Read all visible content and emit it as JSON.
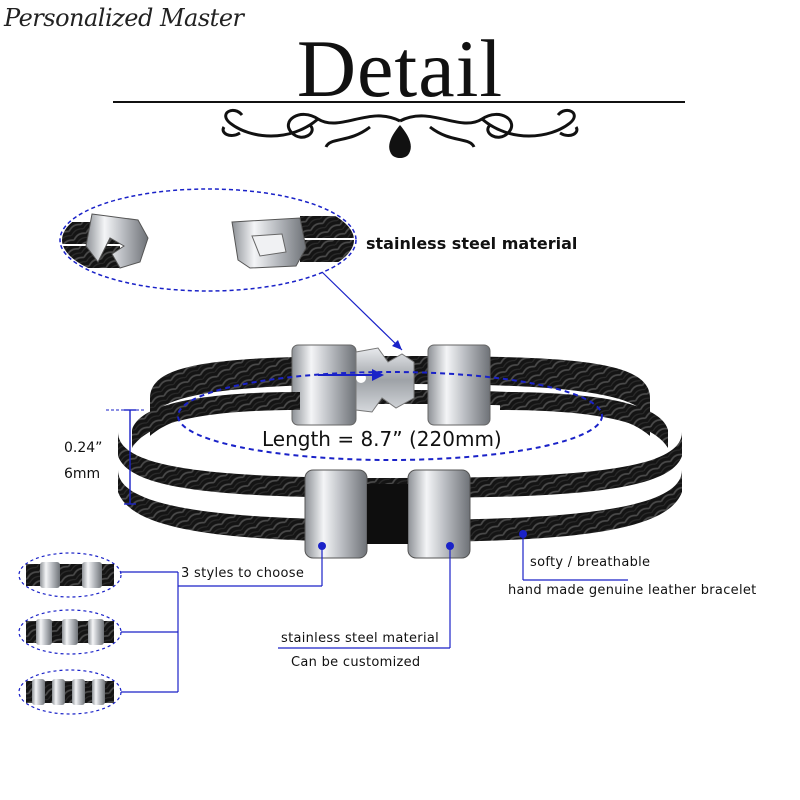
{
  "brand": "Personalized Master",
  "title": "Detail",
  "labels": {
    "clasp_material": "stainless steel material",
    "length": "Length = 8.7” (220mm)",
    "thickness_in": "0.24”",
    "thickness_mm": "6mm",
    "styles": "3 styles to choose",
    "softy": "softy / breathable",
    "handmade": "hand made genuine leather bracelet",
    "charm_material": "stainless steel material",
    "customize": "Can be customized"
  },
  "colors": {
    "pointer": "#1a22c8",
    "leather": "#151515",
    "steel": "#c9ccd0"
  },
  "icons": [
    "clasp-closeup",
    "bracelet-style-1",
    "bracelet-style-2",
    "bracelet-style-3"
  ]
}
